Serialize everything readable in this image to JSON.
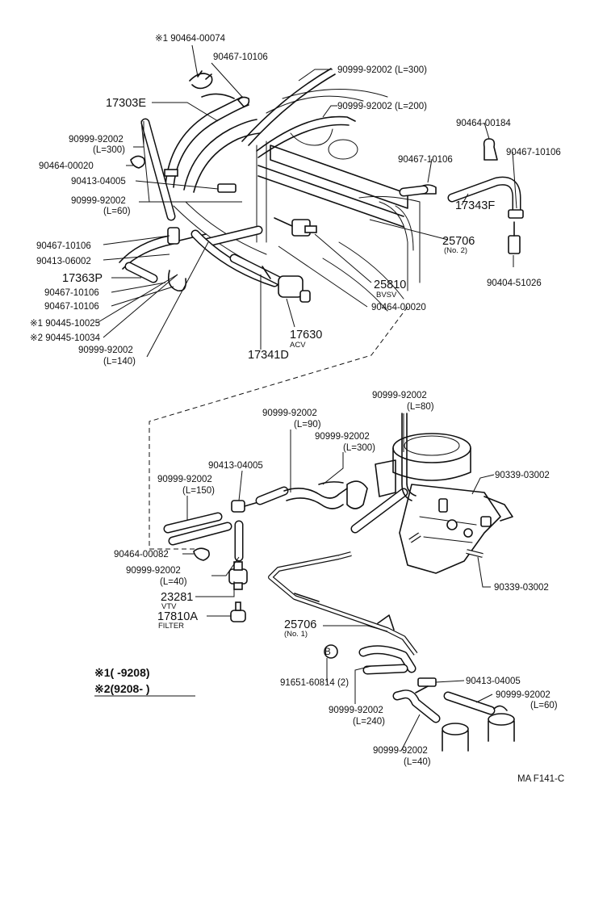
{
  "labels": {
    "l_90464_00074": "※1 90464-00074",
    "l_90467_10106_a": "90467-10106",
    "l_17303E": "17303E",
    "l_90999_300_top": "90999-92002 (L=300)",
    "l_90999_200_top": "90999-92002 (L=200)",
    "l_90999_300_left": "90999-92002",
    "l_90999_300_left_len": "(L=300)",
    "l_90464_00020_a": "90464-00020",
    "l_90413_04005_a": "90413-04005",
    "l_90999_60_a": "90999-92002",
    "l_90999_60_a_len": "(L=60)",
    "l_90464_00184": "90464-00184",
    "l_90467_10106_b": "90467-10106",
    "l_90467_10106_c": "90467-10106",
    "l_17343F": "17343F",
    "l_90467_10106_d": "90467-10106",
    "l_90413_06002": "90413-06002",
    "l_17363P": "17363P",
    "l_90467_10106_e": "90467-10106",
    "l_90467_10106_f": "90467-10106",
    "l_90445_10025": "※1 90445-10025",
    "l_90445_10034": "※2 90445-10034",
    "l_90999_140": "90999-92002",
    "l_90999_140_len": "(L=140)",
    "l_25706_no2": "25706",
    "l_25706_no2_sub": "(No. 2)",
    "l_90404_51026": "90404-51026",
    "l_25810": "25810",
    "l_25810_sub": "BVSV",
    "l_90464_00020_b": "90464-00020",
    "l_17630": "17630",
    "l_17630_sub": "ACV",
    "l_17341D": "17341D",
    "l_90999_80": "90999-92002",
    "l_90999_80_len": "(L=80)",
    "l_90999_90": "90999-92002",
    "l_90999_90_len": "(L=90)",
    "l_90999_300_mid": "90999-92002",
    "l_90999_300_mid_len": "(L=300)",
    "l_90413_04005_b": "90413-04005",
    "l_90999_150": "90999-92002",
    "l_90999_150_len": "(L=150)",
    "l_90339_03002_a": "90339-03002",
    "l_90464_00082": "90464-00082",
    "l_90999_40_a": "90999-92002",
    "l_90999_40_a_len": "(L=40)",
    "l_90339_03002_b": "90339-03002",
    "l_23281": "23281",
    "l_23281_sub": "VTV",
    "l_17810A": "17810A",
    "l_17810A_sub": "FILTER",
    "l_25706_no1": "25706",
    "l_25706_no1_sub": "(No. 1)",
    "l_circle_b": "B",
    "l_91651_60814": "91651-60814 (2)",
    "l_90413_04005_c": "90413-04005",
    "l_90999_240": "90999-92002",
    "l_90999_240_len": "(L=240)",
    "l_90999_60_b": "90999-92002",
    "l_90999_60_b_len": "(L=60)",
    "l_90999_40_b": "90999-92002",
    "l_90999_40_b_len": "(L=40)"
  },
  "notes": {
    "note1": "※1(      -9208)",
    "note2": "※2(9208-      )"
  },
  "footer": {
    "code": "MA  F141-C"
  }
}
